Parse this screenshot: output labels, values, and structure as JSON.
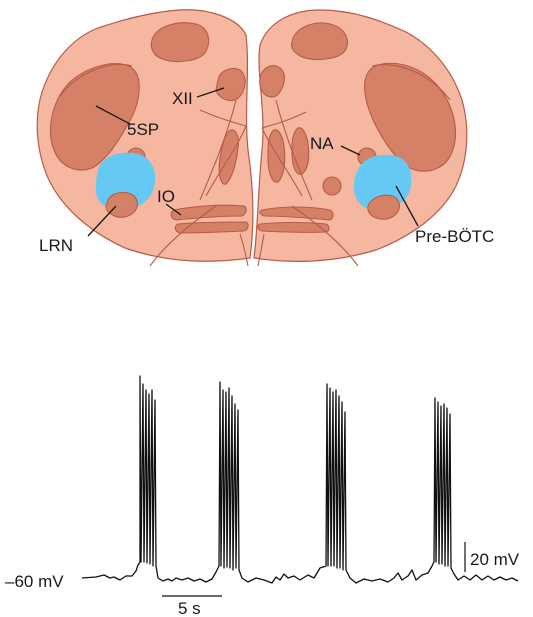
{
  "diagram": {
    "labels": {
      "xii": "XII",
      "five_sp": "5SP",
      "na": "NA",
      "io": "IO",
      "lrn": "LRN",
      "pre_botc": "Pre-BÖTC"
    }
  },
  "recording": {
    "baseline_label": "–60 mV",
    "voltage_scale_label": "20 mV",
    "time_scale_label": "5 s"
  },
  "colors": {
    "tissue": "#f5b7a0",
    "nucleus": "#d48168",
    "outline": "#b85a48",
    "pre_botc": "#66c9f3",
    "trace": "#111111"
  }
}
